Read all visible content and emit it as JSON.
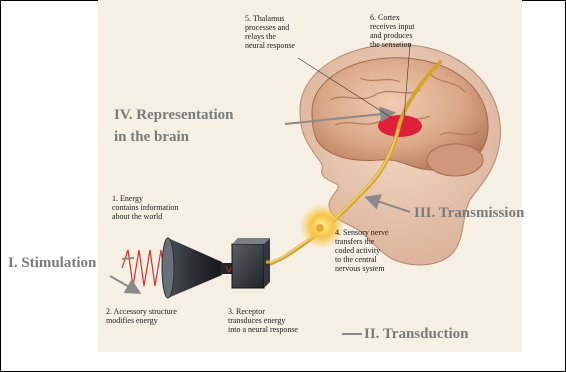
{
  "captions": {
    "energy": "1. Energy\ncontains information\nabout the world",
    "accessory": "2. Accessory structure\nmodifies energy",
    "receptor": "3. Receptor\ntransduces energy\ninto a neural response",
    "sensory_nerve": "4. Sensory nerve\ntransfers the\ncoded activity\nto the central\nnervous system",
    "thalamus": "5. Thalamus\nprocesses and\nrelays the\nneural response",
    "cortex": "6. Cortex\nreceives input\nand produces\nthe sensation"
  },
  "stages": {
    "stimulation": "I. Stimulation",
    "transduction": "II. Transduction",
    "transmission": "III. Transmission",
    "representation": "IV. Representation\nin the brain"
  },
  "colors": {
    "stage_label": "#7a7a7a",
    "arrow": "#8a8a8a",
    "nerve": "#d4a52a",
    "brain": "#d9a98c",
    "cortex_spot": "#e0203a",
    "wave": "#d8302a"
  }
}
